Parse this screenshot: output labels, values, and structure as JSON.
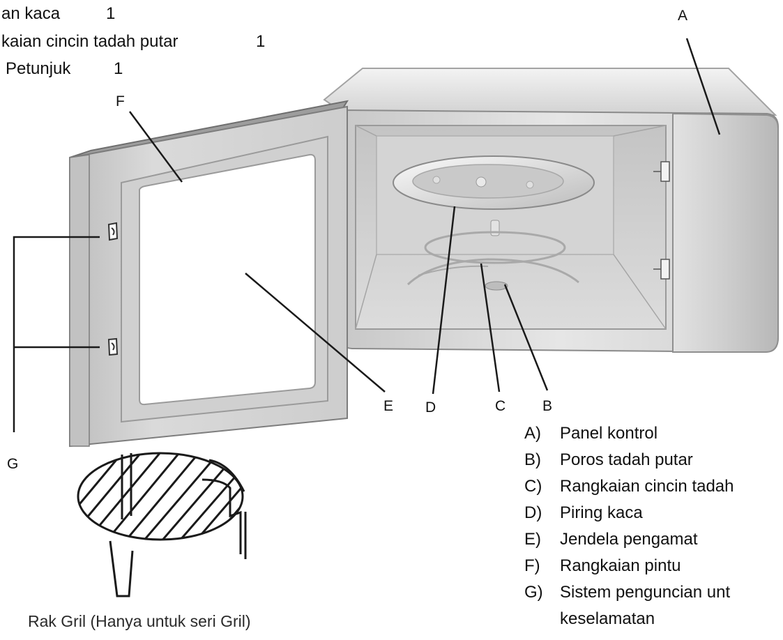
{
  "contents_list": [
    {
      "item": "an kaca",
      "qty": "1"
    },
    {
      "item": "kaian cincin tadah putar",
      "qty": "1"
    },
    {
      "item": "Petunjuk",
      "qty": "1"
    }
  ],
  "callouts": {
    "A": "A",
    "B": "B",
    "C": "C",
    "D": "D",
    "E": "E",
    "F": "F",
    "G": "G"
  },
  "legend": [
    {
      "key": "A)",
      "text": "Panel kontrol"
    },
    {
      "key": "B)",
      "text": "Poros tadah putar"
    },
    {
      "key": "C)",
      "text": "Rangkaian cincin tadah"
    },
    {
      "key": "D)",
      "text": "Piring kaca"
    },
    {
      "key": "E)",
      "text": "Jendela pengamat"
    },
    {
      "key": "F)",
      "text": "Rangkaian pintu"
    },
    {
      "key": "G)",
      "text": "Sistem penguncian unt"
    },
    {
      "key": "",
      "text": "keselamatan"
    }
  ],
  "grill_rack_caption": "Rak Gril (Hanya untuk seri Gril)",
  "colors": {
    "body_light": "#ececec",
    "body_mid": "#d6d6d6",
    "body_dark": "#b3b3b3",
    "outline": "#8a8a8a",
    "line": "#1a1a1a"
  }
}
